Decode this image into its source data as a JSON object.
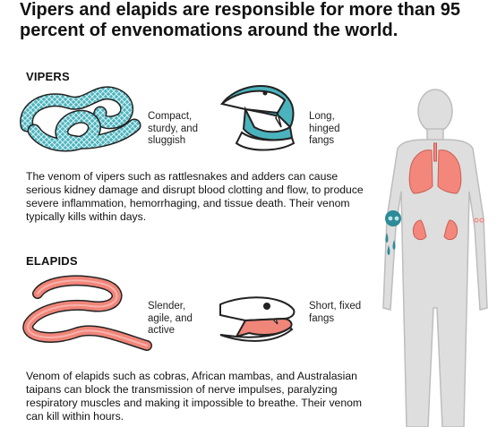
{
  "title": "Vipers and elapids are responsible for more than 95 percent of envenomations around the world.",
  "vipers": {
    "label": "VIPERS",
    "body_caption": "Compact, sturdy, and sluggish",
    "fang_caption": "Long, hinged fangs",
    "description": "The venom of vipers such as rattlesnakes and adders can cause serious kidney damage and disrupt blood clotting and flow, to produce severe inflammation, hemorrhaging, and tissue death. Their venom typically kills within days."
  },
  "elapids": {
    "label": "ELAPIDS",
    "body_caption": "Slender, agile, and active",
    "fang_caption": "Short, fixed fangs",
    "description": "Venom of elapids such as cobras, African mambas, and Australasian taipans can block the transmission of nerve impulses, paralyzing respiratory muscles and making it impossible to breathe. Their venom can kill within hours."
  },
  "colors": {
    "viper": "#4bb3bd",
    "elapid": "#f0857a",
    "body": "#dedede",
    "organ": "#f4877c",
    "blood": "#2d8b98"
  }
}
